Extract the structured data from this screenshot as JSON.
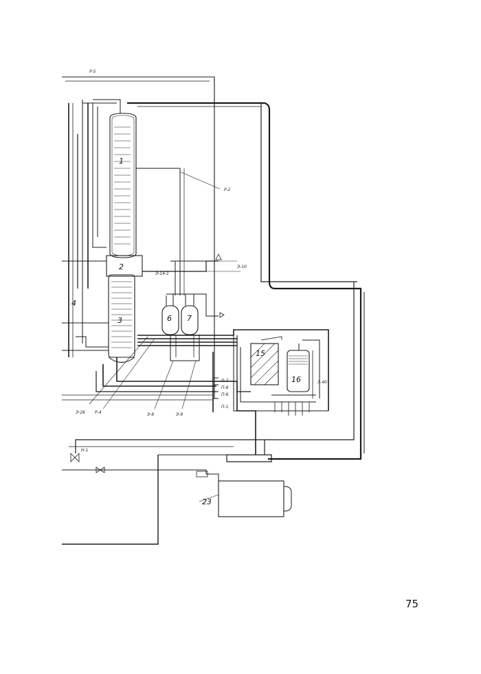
{
  "diagram": {
    "top_label": "P-5",
    "callouts": {
      "p2": "P-2",
      "e10": "Э-10",
      "e14": "Э-14-1",
      "p7": "П-7",
      "p8": "П-8",
      "p6": "П-6",
      "p1": "П-1",
      "n1": "Н-1",
      "e26": "Э-26",
      "p4": "Р-4",
      "e8": "Э-8",
      "e9": "Э-9",
      "e40": "Э-40"
    },
    "equipment": {
      "n1": "1",
      "n2": "2",
      "n3": "3",
      "n4": "4",
      "n6": "6",
      "n7": "7",
      "n15": "15",
      "n16": "16",
      "n23": "23"
    }
  },
  "page_number": "75"
}
